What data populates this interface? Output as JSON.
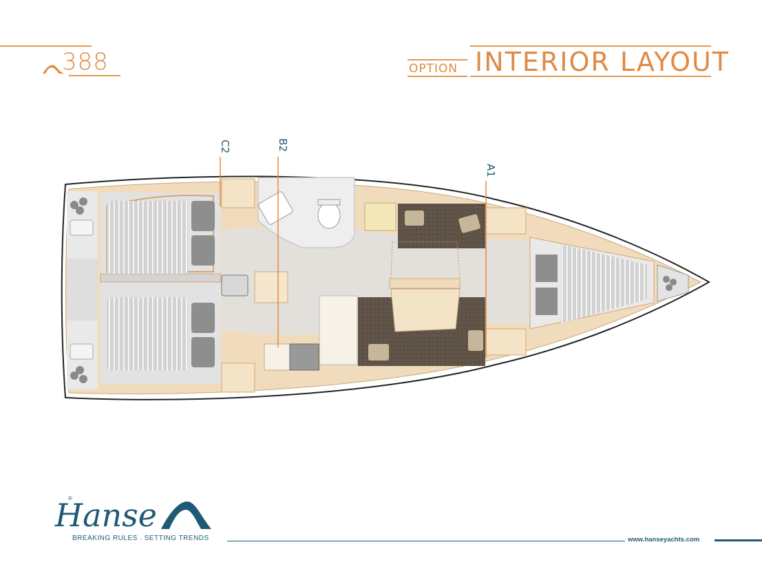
{
  "header": {
    "model_number": "388",
    "option_label": "OPTION",
    "title": "INTERIOR LAYOUT"
  },
  "plan": {
    "section_markers": [
      {
        "id": "c2",
        "label": "C2"
      },
      {
        "id": "b2",
        "label": "B2"
      },
      {
        "id": "a1",
        "label": "A1"
      }
    ],
    "areas": [
      "aft-cabin-port",
      "aft-cabin-starboard",
      "aft-lazarette",
      "heads",
      "nav-station",
      "galley",
      "saloon",
      "forward-cabin",
      "anchor-locker"
    ]
  },
  "footer": {
    "brand": "Hanse",
    "registered_mark": "®",
    "tagline": "BREAKING RULES . SETTING TRENDS",
    "url": "www.hanseyachts.com"
  },
  "colors": {
    "accent_orange": "#e08a44",
    "brand_blue": "#1f5a74",
    "wood": "#f0dcbc",
    "floor": "#e3e0dc",
    "upholstery": "#5e5246"
  }
}
